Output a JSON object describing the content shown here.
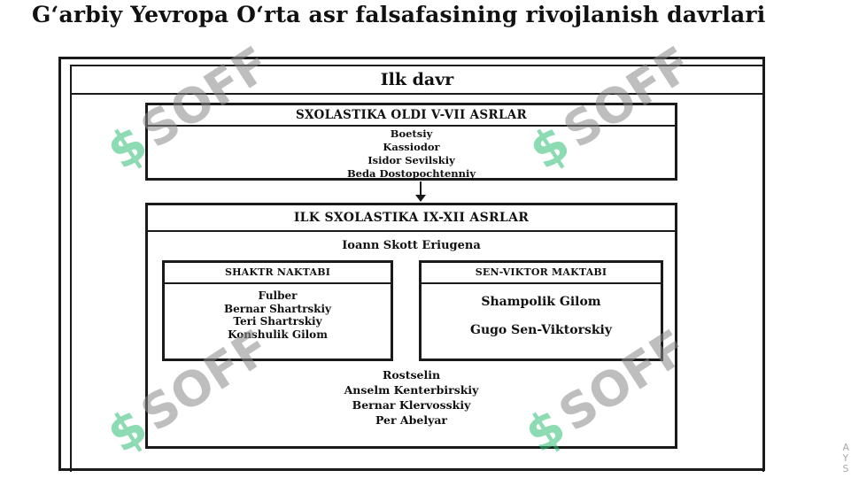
{
  "title": "G‘arbiy Yevropa O‘rta asr falsafasining rivojlanish davrlari",
  "era": "Ilk davr",
  "pre_scholastic": {
    "header": "SXOLASTIKA OLDI V-VII ASRLAR",
    "names": [
      "Boetsiy",
      "Kassiodor",
      "Isidor Sevilskiy",
      "Beda Dostopochtenniy"
    ]
  },
  "early_scholastic": {
    "header": "ILK SXOLASTIKA IX-XII ASRLAR",
    "lead": "Ioann Skott Eriugena",
    "chartres": {
      "header": "SHAKTR NAKTABI",
      "names": [
        "Fulber",
        "Bernar Shartrskiy",
        "Teri Shartrskiy",
        "Konshulik Gilom"
      ]
    },
    "saint_victor": {
      "header": "SEN-VIKTOR MAKTABI",
      "names": [
        "Shampolik Gilom",
        "Gugo Sen-Viktorskiy"
      ]
    },
    "others": [
      "Rostselin",
      "Anselm Kenterbirskiy",
      "Bernar Klervosskiy",
      "Per Abelyar"
    ]
  },
  "watermark": {
    "text": "SOFF",
    "logo_color": "#2fbf76",
    "text_color": "#8a8a8a"
  },
  "corner": [
    "A",
    "Y",
    "S"
  ]
}
